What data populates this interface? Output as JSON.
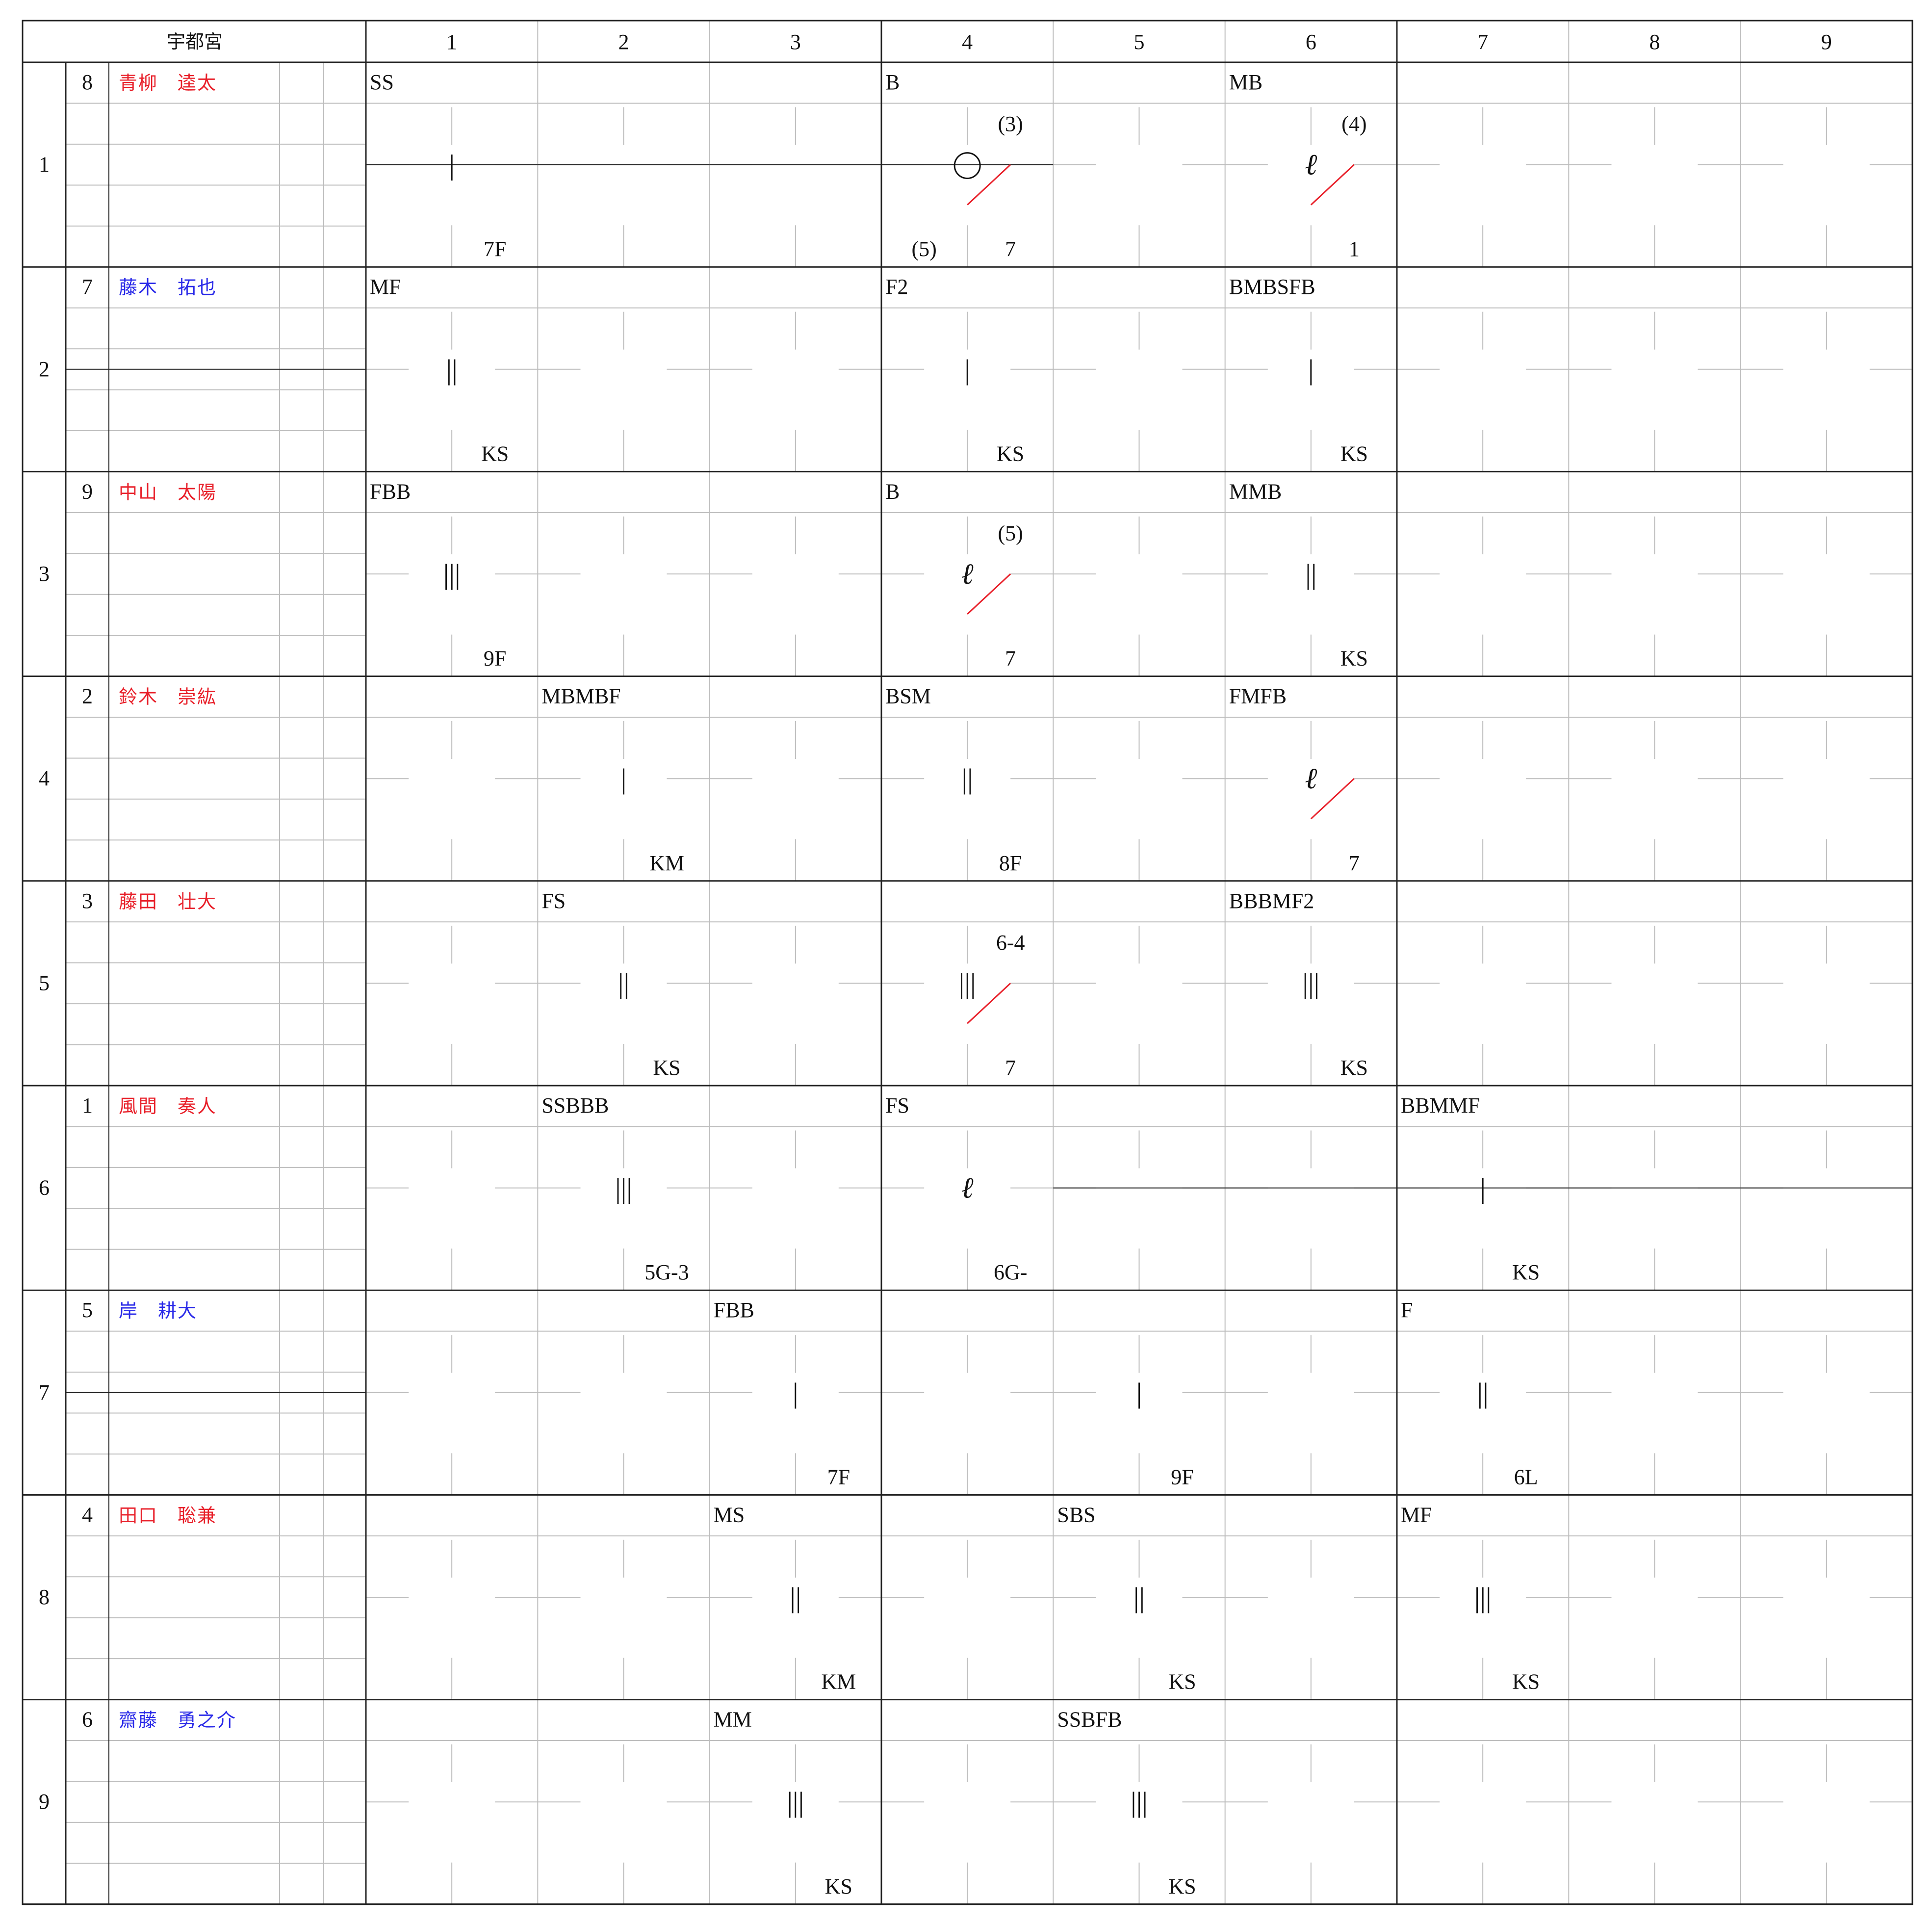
{
  "team": "宇都宮",
  "innings": [
    "1",
    "2",
    "3",
    "4",
    "5",
    "6",
    "7",
    "8",
    "9"
  ],
  "colors": {
    "right_batter": "#e8202a",
    "left_batter": "#2a2ae8",
    "run_line": "#e8202a",
    "grid": "#bdbdbd",
    "border": "#222222"
  },
  "lineup": [
    {
      "row": "1",
      "order": "8",
      "name": "青柳　逵太",
      "hand": "right"
    },
    {
      "row": "2",
      "order": "7",
      "name": "藤木　拓也",
      "hand": "left"
    },
    {
      "row": "3",
      "order": "9",
      "name": "中山　太陽",
      "hand": "right"
    },
    {
      "row": "4",
      "order": "2",
      "name": "鈴木　崇紘",
      "hand": "right"
    },
    {
      "row": "5",
      "order": "3",
      "name": "藤田　壮大",
      "hand": "right"
    },
    {
      "row": "6",
      "order": "1",
      "name": "風間　奏人",
      "hand": "right"
    },
    {
      "row": "7",
      "order": "5",
      "name": "岸　耕大",
      "hand": "left"
    },
    {
      "row": "8",
      "order": "4",
      "name": "田口　聡兼",
      "hand": "right"
    },
    {
      "row": "9",
      "order": "6",
      "name": "齋藤　勇之介",
      "hand": "left"
    }
  ],
  "inning_end_rows": [
    {
      "inning": 1,
      "after_row": 1
    },
    {
      "inning": 2,
      "after_row": 1
    },
    {
      "inning": 3,
      "after_row": 1
    },
    {
      "inning": 4,
      "after_row": 1
    },
    {
      "inning": 5,
      "after_row": 6
    },
    {
      "inning": 6,
      "after_row": 6
    },
    {
      "inning": 7,
      "after_row": 6
    },
    {
      "inning": 8,
      "after_row": 6
    },
    {
      "inning": 9,
      "after_row": 6
    }
  ],
  "plays": [
    {
      "row": 1,
      "inning": 1,
      "pitches": "SS",
      "outs": "|",
      "result": "7F"
    },
    {
      "row": 1,
      "inning": 4,
      "pitches": "B",
      "mark": "hit",
      "reached": true,
      "note_top": "(3)",
      "note_left": "(5)",
      "result": "7"
    },
    {
      "row": 1,
      "inning": 6,
      "pitches": "MB",
      "mark": "ell",
      "reached": true,
      "note_top": "(4)",
      "result": "1"
    },
    {
      "row": 2,
      "inning": 1,
      "pitches": "MF",
      "outs": "||",
      "result": "KS"
    },
    {
      "row": 2,
      "inning": 4,
      "pitches": "F2",
      "outs": "|",
      "result": "KS"
    },
    {
      "row": 2,
      "inning": 6,
      "pitches": "BMBSFB",
      "outs": "|",
      "result": "KS"
    },
    {
      "row": 3,
      "inning": 1,
      "pitches": "FBB",
      "outs": "|||",
      "result": "9F"
    },
    {
      "row": 3,
      "inning": 4,
      "pitches": "B",
      "mark": "ell",
      "reached": true,
      "note_top": "(5)",
      "result": "7"
    },
    {
      "row": 3,
      "inning": 6,
      "pitches": "MMB",
      "outs": "||",
      "result": "KS"
    },
    {
      "row": 4,
      "inning": 2,
      "pitches": "MBMBF",
      "outs": "|",
      "result": "KM"
    },
    {
      "row": 4,
      "inning": 4,
      "pitches": "BSM",
      "outs": "||",
      "result": "8F"
    },
    {
      "row": 4,
      "inning": 6,
      "pitches": "FMFB",
      "mark": "ell",
      "reached": true,
      "result": "7"
    },
    {
      "row": 5,
      "inning": 2,
      "pitches": "FS",
      "outs": "||",
      "result": "KS"
    },
    {
      "row": 5,
      "inning": 4,
      "pitches": "",
      "outs": "|||",
      "reached": true,
      "note_top": "6-4",
      "result": "7"
    },
    {
      "row": 5,
      "inning": 6,
      "pitches": "BBBMF2",
      "outs": "|||",
      "result": "KS"
    },
    {
      "row": 6,
      "inning": 2,
      "pitches": "SSBBB",
      "outs": "|||",
      "result": "5G-3"
    },
    {
      "row": 6,
      "inning": 4,
      "pitches": "FS",
      "mark": "ell",
      "result": "6G-"
    },
    {
      "row": 6,
      "inning": 7,
      "pitches": "BBMMF",
      "outs": "|",
      "result": "KS"
    },
    {
      "row": 7,
      "inning": 3,
      "pitches": "FBB",
      "outs": "|",
      "result": "7F"
    },
    {
      "row": 7,
      "inning": 5,
      "pitches": "",
      "outs": "|",
      "result": "9F"
    },
    {
      "row": 7,
      "inning": 7,
      "pitches": "F",
      "outs": "||",
      "result": "6L"
    },
    {
      "row": 8,
      "inning": 3,
      "pitches": "MS",
      "outs": "||",
      "result": "KM"
    },
    {
      "row": 8,
      "inning": 5,
      "pitches": "SBS",
      "outs": "||",
      "result": "KS"
    },
    {
      "row": 8,
      "inning": 7,
      "pitches": "MF",
      "outs": "|||",
      "result": "KS"
    },
    {
      "row": 9,
      "inning": 3,
      "pitches": "MM",
      "outs": "|||",
      "result": "KS"
    },
    {
      "row": 9,
      "inning": 5,
      "pitches": "SSBFB",
      "outs": "|||",
      "result": "KS"
    }
  ]
}
